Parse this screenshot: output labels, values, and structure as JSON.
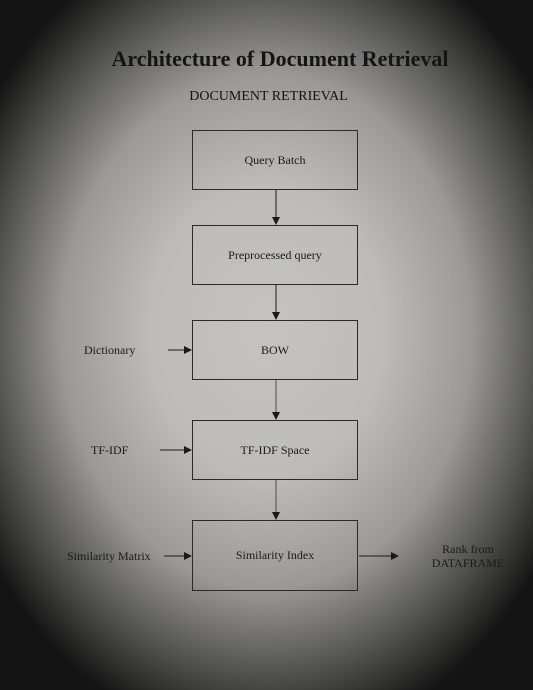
{
  "title": "Architecture of Document Retrieval",
  "subtitle": "DOCUMENT RETRIEVAL",
  "nodes": {
    "query_batch": "Query Batch",
    "preprocessed_query": "Preprocessed query",
    "bow": "BOW",
    "tfidf_space": "TF-IDF Space",
    "similarity_index": "Similarity Index"
  },
  "inputs": {
    "dictionary": "Dictionary",
    "tfidf": "TF-IDF",
    "similarity_matrix": "Similarity Matrix"
  },
  "output": {
    "line1": "Rank from",
    "line2": "DATAFRAME"
  },
  "colors": {
    "arrow_dark": "#1a1a1a",
    "arrow_brown": "#5a4a3e"
  }
}
